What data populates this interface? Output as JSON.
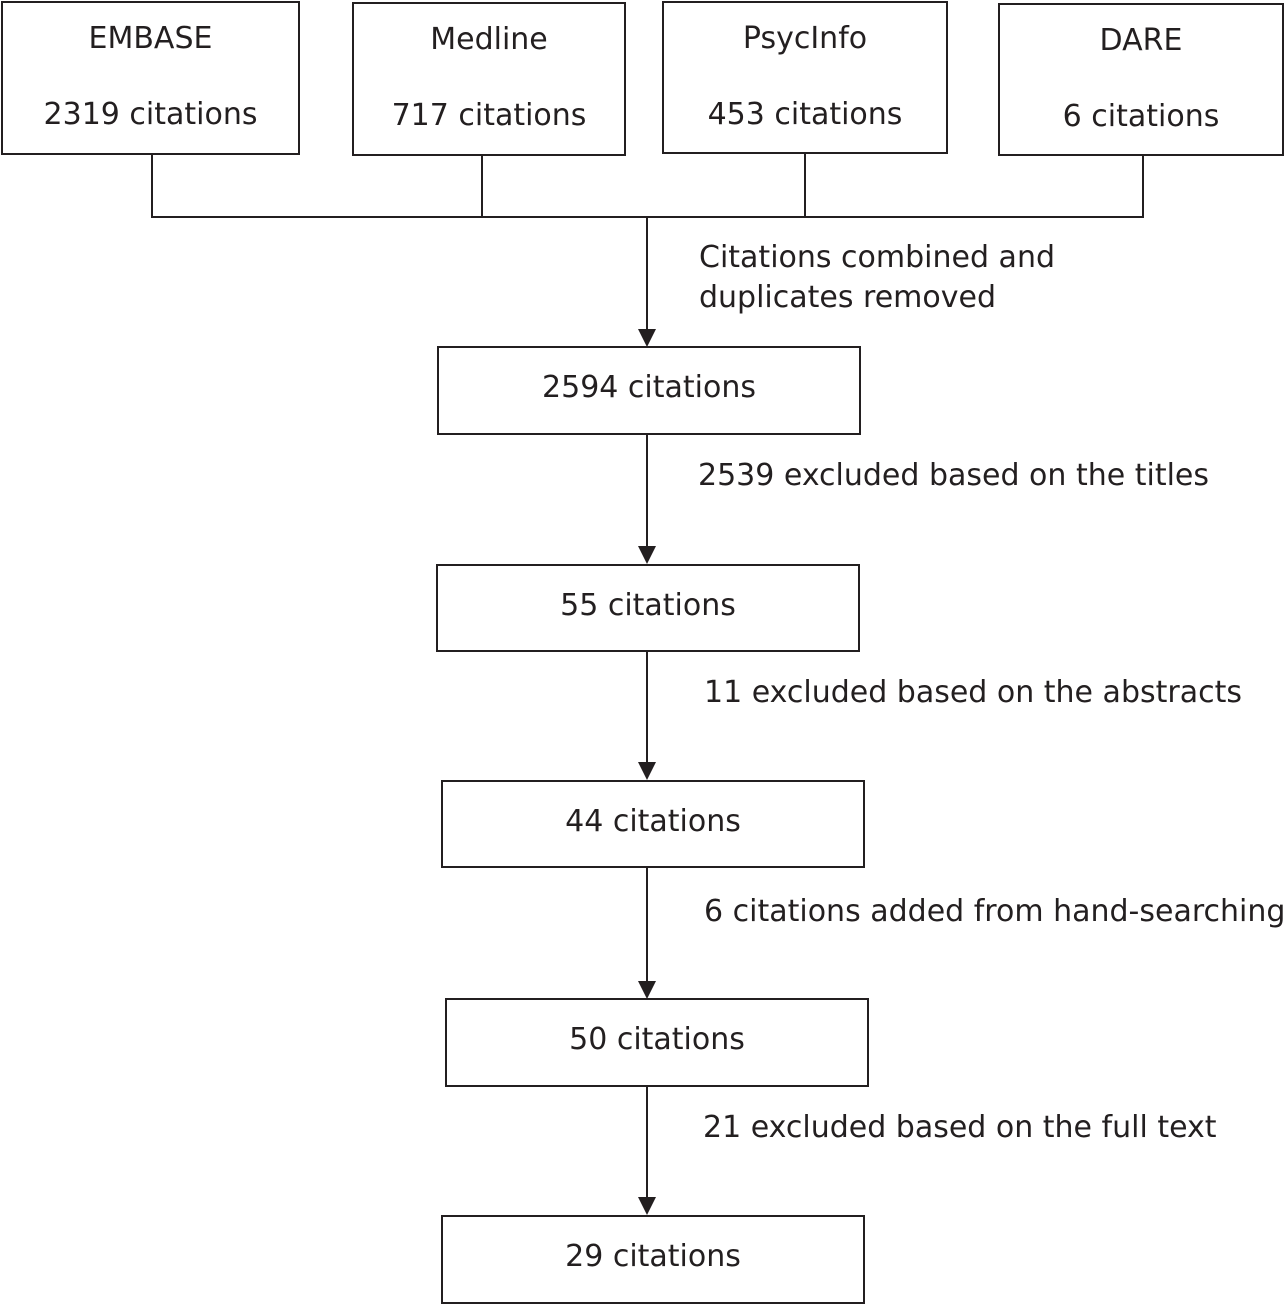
{
  "sources": [
    {
      "name": "EMBASE",
      "count": "2319 citations"
    },
    {
      "name": "Medline",
      "count": "717 citations"
    },
    {
      "name": "PsycInfo",
      "count": "453 citations"
    },
    {
      "name": "DARE",
      "count": "6 citations"
    }
  ],
  "combine_label_lines": [
    "Citations combined and",
    "duplicates removed"
  ],
  "stages": [
    {
      "count": "2594 citations"
    },
    {
      "count": "55 citations"
    },
    {
      "count": "44 citations"
    },
    {
      "count": "50 citations"
    },
    {
      "count": "29 citations"
    }
  ],
  "step_labels": [
    "2539 excluded based on the titles",
    "11 excluded based on the abstracts",
    "6 citations added from hand-searching",
    "21 excluded based on the full text"
  ],
  "colors": {
    "line": "#231f20",
    "text": "#231f20",
    "background": "#ffffff"
  }
}
